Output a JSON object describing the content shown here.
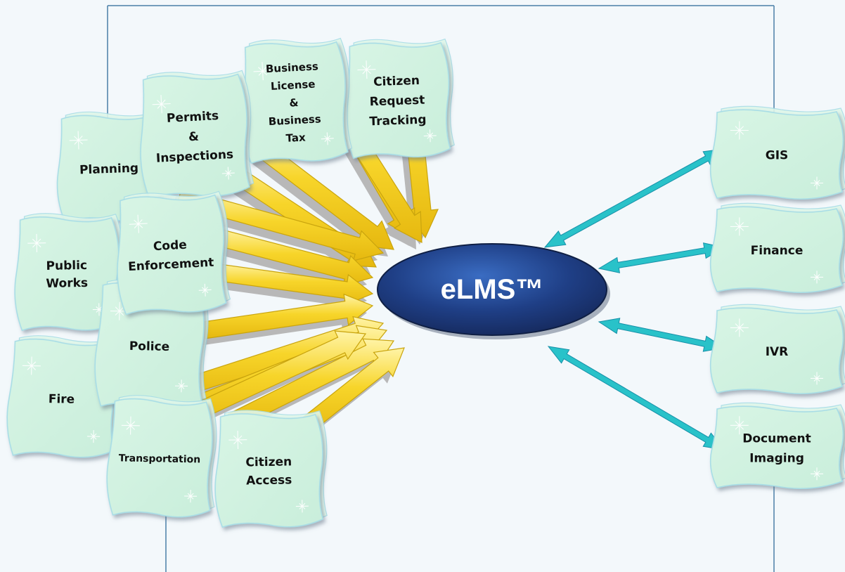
{
  "center": {
    "label": "eLMS™"
  },
  "modules": [
    {
      "id": "planning",
      "lines": [
        "Planning"
      ]
    },
    {
      "id": "permits",
      "lines": [
        "Permits",
        "&",
        "Inspections"
      ]
    },
    {
      "id": "business",
      "lines": [
        "Business",
        "License",
        "&",
        "Business",
        "Tax"
      ]
    },
    {
      "id": "citizen-request",
      "lines": [
        "Citizen",
        "Request",
        "Tracking"
      ]
    },
    {
      "id": "public-works",
      "lines": [
        "Public",
        "Works"
      ]
    },
    {
      "id": "code",
      "lines": [
        "Code",
        "Enforcement"
      ]
    },
    {
      "id": "police",
      "lines": [
        "Police"
      ]
    },
    {
      "id": "fire",
      "lines": [
        "Fire"
      ]
    },
    {
      "id": "transportation",
      "lines": [
        "Transportation"
      ]
    },
    {
      "id": "citizen-access",
      "lines": [
        "Citizen",
        "Access"
      ]
    }
  ],
  "integrations": [
    {
      "id": "gis",
      "lines": [
        "GIS"
      ]
    },
    {
      "id": "finance",
      "lines": [
        "Finance"
      ]
    },
    {
      "id": "ivr",
      "lines": [
        "IVR"
      ]
    },
    {
      "id": "document-imaging",
      "lines": [
        "Document",
        "Imaging"
      ]
    }
  ],
  "colors": {
    "tile_fill": "#d3f2e1",
    "tile_border": "#a8dde6",
    "arrow_fill": "#f4cf1e",
    "arrow_stroke": "#c9a40e",
    "arrow_shadow": "#b8b8b8",
    "link": "#29c2c9",
    "frame": "#4a7fa8",
    "ellipse_fill": "#1f3f86",
    "ellipse_highlight": "#2f5db0"
  }
}
